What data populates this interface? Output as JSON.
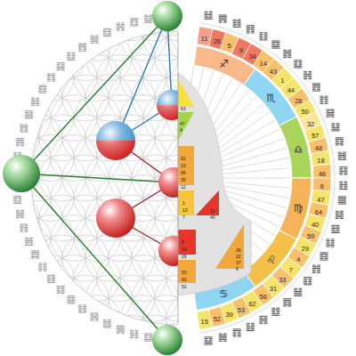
{
  "diagram": {
    "labels": [
      "11",
      "26",
      "5",
      "9",
      "34",
      "14",
      "43",
      "1",
      "44",
      "28",
      "50",
      "32",
      "57",
      "48",
      "18",
      "46",
      "6",
      "47",
      "64",
      "40",
      "59",
      "29",
      "4",
      "7",
      "33",
      "31",
      "56",
      "62",
      "53",
      "39",
      "52",
      "15",
      "♐",
      "♏",
      "♎",
      "♍",
      "♌",
      "♋",
      "63",
      "47",
      "4",
      "62",
      "23",
      "56",
      "35",
      "12",
      "1",
      "13",
      "7",
      "21",
      "40",
      "36",
      "22",
      "37",
      "6",
      "5",
      "14",
      "29",
      "53",
      "60",
      "52"
    ]
  }
}
